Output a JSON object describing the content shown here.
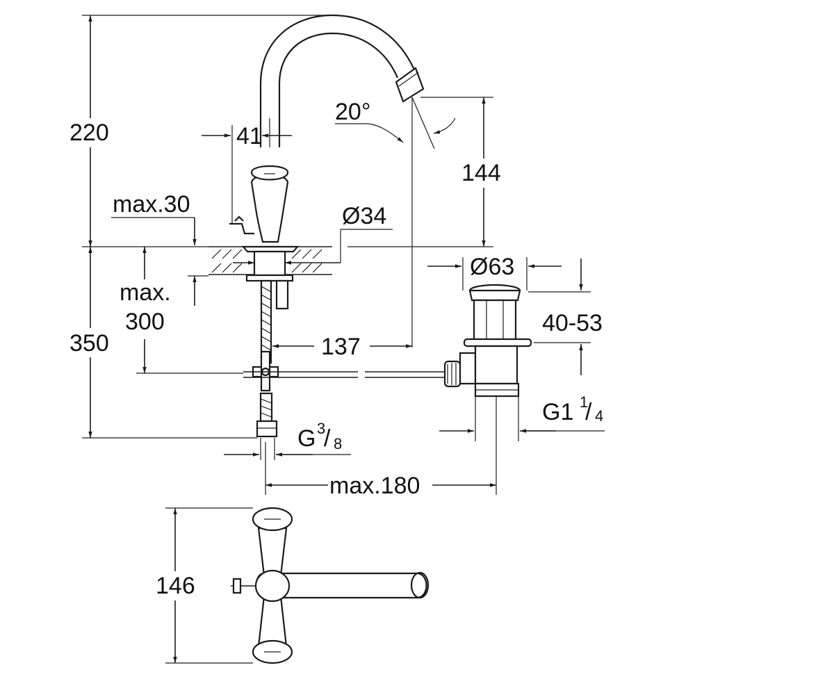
{
  "dimensions": {
    "d220": "220",
    "d41": "41",
    "d20deg": "20°",
    "d144": "144",
    "max30": "max.30",
    "dia34": "Ø34",
    "dia63": "Ø63",
    "max300_line1": "max.",
    "max300_line2": "300",
    "d350": "350",
    "d4053": "40-53",
    "d137": "137",
    "g1_main": "G1",
    "g1_num": "1",
    "g1_den": "4",
    "g38_main": "G",
    "g38_num": "3",
    "g38_den": "8",
    "max180": "max.180",
    "d146": "146"
  },
  "colors": {
    "line": "#1a1a1a",
    "background": "#ffffff"
  }
}
